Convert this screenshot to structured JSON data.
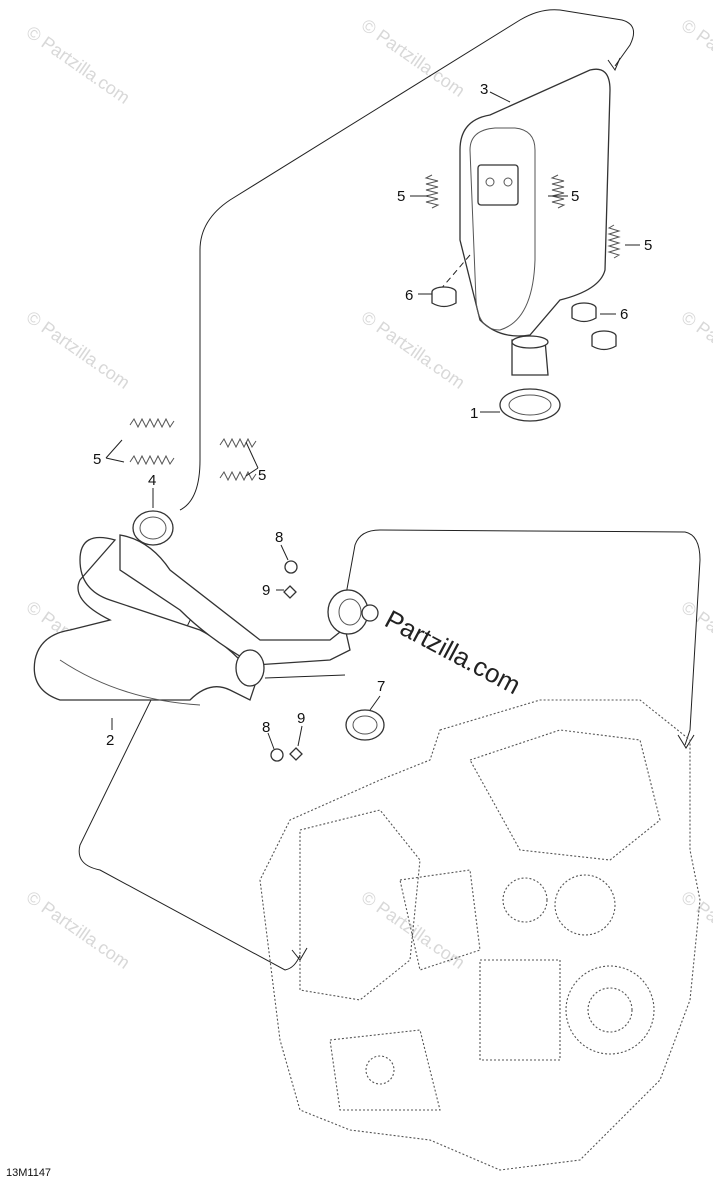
{
  "callouts": {
    "c1": "1",
    "c2": "2",
    "c3": "3",
    "c4": "4",
    "c5": "5",
    "c6": "6",
    "c7": "7",
    "c8": "8",
    "c9": "9"
  },
  "watermark": {
    "text": "© Partzilla.com"
  },
  "brand": {
    "text": "Partzilla.com"
  },
  "drawing_ref": "13M1147"
}
